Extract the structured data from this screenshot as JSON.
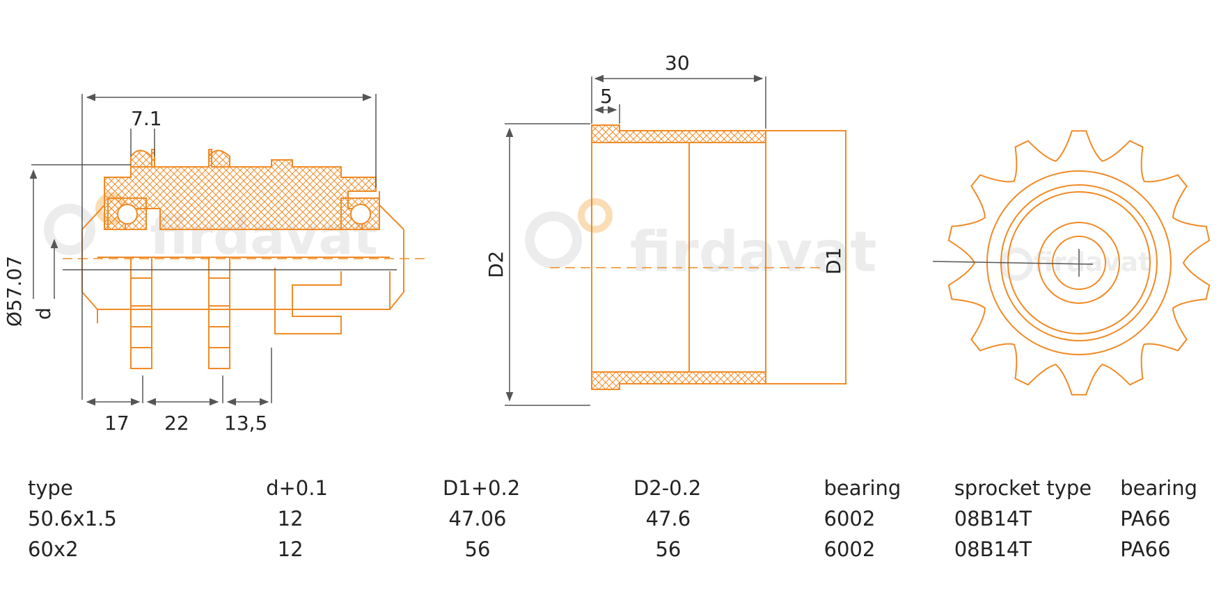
{
  "colors": {
    "outline": "#f08a24",
    "dimension": "#555555",
    "hatch": "#f08a24",
    "watermark": "#dddddd",
    "watermark_accent": "#f6c27a"
  },
  "watermark": {
    "text": "firdavat"
  },
  "dimensions": {
    "left_view": {
      "overall_width": "7.1",
      "diameter": "Ø57.07",
      "bore": "d",
      "spacing_1": "17",
      "spacing_2": "22",
      "spacing_3": "13,5"
    },
    "middle_view": {
      "length": "30",
      "lip": "5",
      "outer_diameter": "D2",
      "inner_diameter": "D1"
    }
  },
  "table": {
    "headers": [
      "type",
      "d+0.1",
      "D1+0.2",
      "D2-0.2",
      "bearing",
      "sprocket type",
      "bearing"
    ],
    "rows": [
      [
        "50.6x1.5",
        "12",
        "47.06",
        "47.6",
        "6002",
        "08B14T",
        "PA66"
      ],
      [
        "60x2",
        "12",
        "56",
        "56",
        "6002",
        "08B14T",
        "PA66"
      ]
    ]
  }
}
